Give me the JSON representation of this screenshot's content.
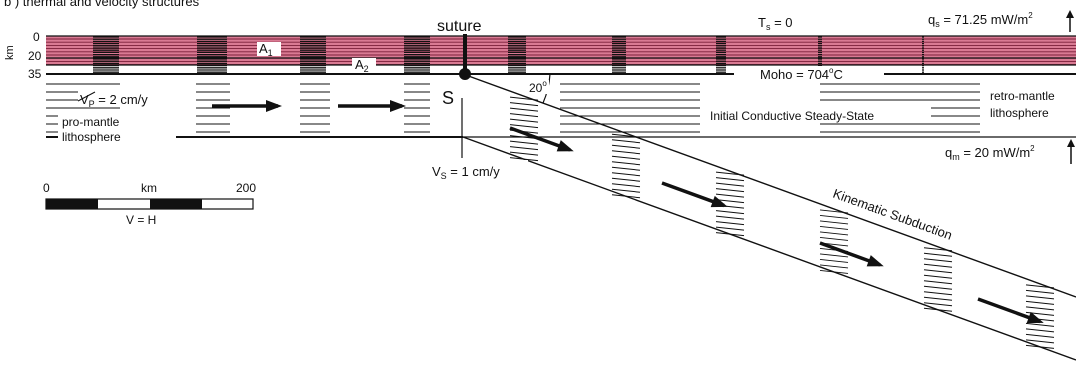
{
  "title": "b ) thermal and velocity structures",
  "colors": {
    "crust": "#d97a93",
    "line": "#111111",
    "background": "#ffffff"
  },
  "depth_axis": {
    "unit": "km",
    "ticks": [
      "0",
      "20",
      "35"
    ]
  },
  "labels": {
    "suture": "suture",
    "A1": {
      "main": "A",
      "sub": "1"
    },
    "A2": {
      "main": "A",
      "sub": "2"
    },
    "Ts": {
      "main": "T",
      "sub": "s",
      "rest": " = 0"
    },
    "qs": {
      "main": "q",
      "sub": "s",
      "rest": " = 71.25 mW/m",
      "sup": "2"
    },
    "moho": {
      "main": "Moho = 704",
      "sup": "o",
      "rest": "C"
    },
    "vp": {
      "main": "V",
      "sub": "P",
      "rest": " = 2 cm/y"
    },
    "s_point": "S",
    "angle": {
      "main": "20",
      "sup": "o"
    },
    "pro_mantle_1": "pro-mantle",
    "pro_mantle_2": "lithosphere",
    "retro_mantle_1": "retro-mantle",
    "retro_mantle_2": "lithosphere",
    "initial_state": "Initial Conductive Steady-State",
    "vs": {
      "main": "V",
      "sub": "S",
      "rest": " = 1 cm/y"
    },
    "qm": {
      "main": "q",
      "sub": "m",
      "rest": " = 20 mW/m",
      "sup": "2"
    },
    "kinematic": "Kinematic Subduction"
  },
  "scale_bar": {
    "start": "0",
    "unit": "km",
    "end": "200",
    "note": "V = H"
  }
}
